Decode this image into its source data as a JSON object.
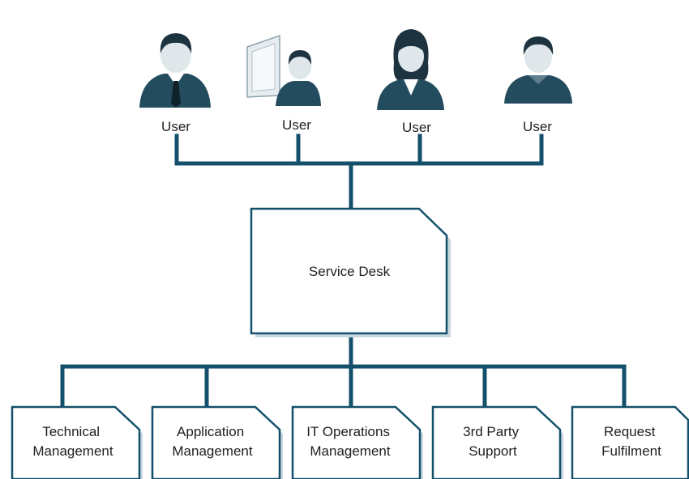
{
  "colors": {
    "line": "#14506b",
    "box_fill": "#ffffff",
    "box_shadow": "#c9d7df",
    "text": "#1f1f1f"
  },
  "users": [
    {
      "label": "User",
      "icon": "businessman-icon"
    },
    {
      "label": "User",
      "icon": "user-at-desk-icon"
    },
    {
      "label": "User",
      "icon": "businesswoman-icon"
    },
    {
      "label": "User",
      "icon": "casual-user-icon"
    }
  ],
  "service_desk": {
    "label": "Service Desk"
  },
  "support_groups": [
    {
      "lines": [
        "Technical",
        "Management"
      ]
    },
    {
      "lines": [
        "Application",
        "Management"
      ]
    },
    {
      "lines": [
        "IT Operations",
        "Management"
      ]
    },
    {
      "lines": [
        "3rd Party",
        "Support"
      ]
    },
    {
      "lines": [
        "Request",
        "Fulfilment"
      ]
    }
  ]
}
